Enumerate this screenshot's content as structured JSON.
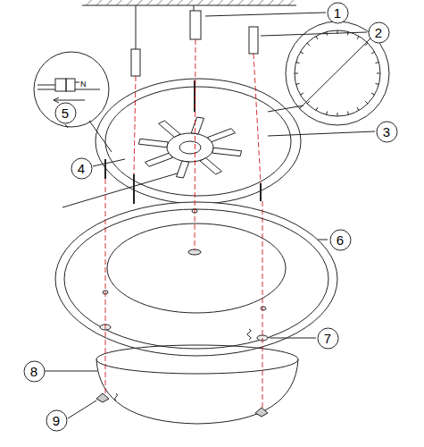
{
  "diagram": {
    "nodes": [
      {
        "text": [
          "1"
        ]
      },
      {
        "text": [
          "2"
        ]
      },
      {
        "text": [
          "3"
        ]
      },
      {
        "text": [
          "4"
        ]
      },
      {
        "text": [
          "5"
        ]
      },
      {
        "text": [
          "6"
        ]
      },
      {
        "text": [
          "7"
        ]
      },
      {
        "text": [
          "8"
        ]
      },
      {
        "text": [
          "9"
        ]
      }
    ],
    "labels": [
      "N"
    ]
  }
}
